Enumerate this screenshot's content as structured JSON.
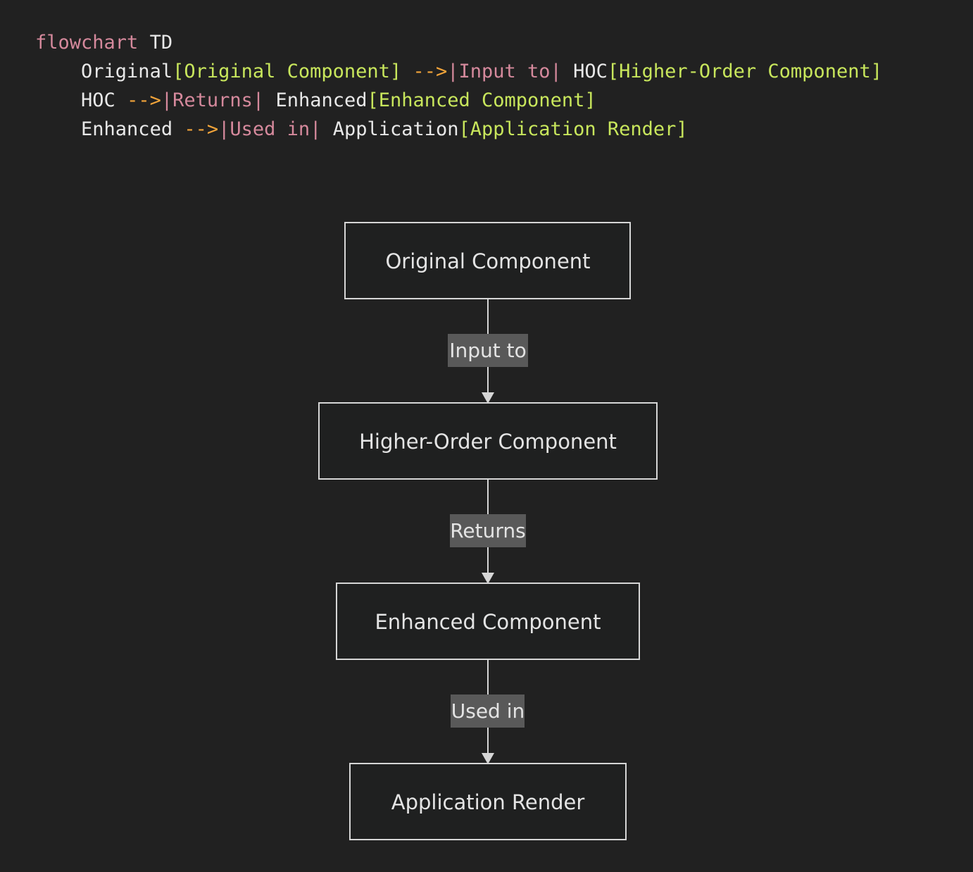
{
  "code": {
    "line1": {
      "keyword": "flowchart",
      "dir": "TD"
    },
    "line2": {
      "src": "Original",
      "src_label": "[Original Component]",
      "arrow": "-->",
      "edge": "|Input to|",
      "dst": "HOC",
      "dst_label": "[Higher-Order Component]"
    },
    "line3": {
      "src": "HOC",
      "arrow": "-->",
      "edge": "|Returns|",
      "dst": "Enhanced",
      "dst_label": "[Enhanced Component]"
    },
    "line4": {
      "src": "Enhanced",
      "arrow": "-->",
      "edge": "|Used in|",
      "dst": "Application",
      "dst_label": "[Application Render]"
    }
  },
  "diagram": {
    "nodes": {
      "original": "Original Component",
      "hoc": "Higher-Order Component",
      "enhanced": "Enhanced Component",
      "application": "Application Render"
    },
    "edges": {
      "input_to": "Input to",
      "returns": "Returns",
      "used_in": "Used in"
    }
  }
}
